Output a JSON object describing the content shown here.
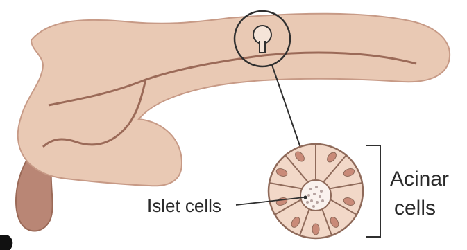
{
  "labels": {
    "islet": "Islet cells",
    "acinar_line1": "Acinar",
    "acinar_line2": "cells"
  },
  "colors": {
    "organ_fill": "#e9c9b4",
    "organ_stroke": "#c79a86",
    "duct": "#9b6a58",
    "tail_fill": "#b98675",
    "line": "#2f2f2f",
    "cell_fill": "#f2d8c8",
    "nucleus": "#c98a78"
  }
}
